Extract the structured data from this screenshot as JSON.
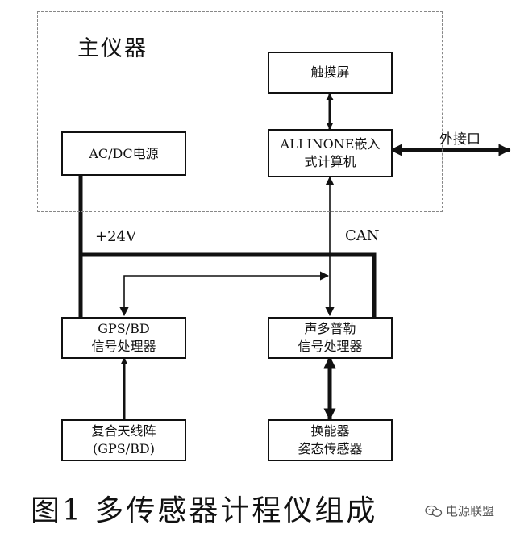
{
  "main_unit": {
    "title": "主仪器"
  },
  "blocks": {
    "touchscreen": [
      "触摸屏"
    ],
    "computer": [
      "ALLINONE嵌入",
      "式计算机"
    ],
    "power": [
      "AC/DC电源"
    ],
    "gps": [
      "GPS/BD",
      "信号处理器"
    ],
    "doppler": [
      "声多普勒",
      "信号处理器"
    ],
    "antenna": [
      "复合天线阵",
      "(GPS/BD)"
    ],
    "transducer": [
      "换能器",
      "姿态传感器"
    ]
  },
  "labels": {
    "external_port": "外接口",
    "voltage": "+24V",
    "bus": "CAN"
  },
  "caption": "图1 多传感器计程仪组成",
  "watermark": {
    "icon": "wechat-icon",
    "text": "电源联盟"
  }
}
